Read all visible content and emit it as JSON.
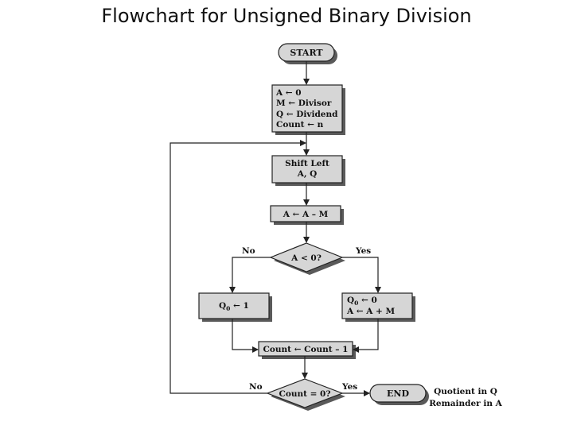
{
  "title": "Flowchart for Unsigned Binary Division",
  "nodes": {
    "start": "START",
    "init": {
      "a": "A ← 0",
      "m": "M ← Divisor",
      "q": "Q ← Dividend",
      "count": "Count ← n"
    },
    "shift": {
      "line1": "Shift Left",
      "line2": "A, Q"
    },
    "subtract": "A ← A – M",
    "decision1": "A < 0?",
    "left_branch": {
      "q0_prefix": "Q",
      "q0_sub": "0",
      "q0_suffix": " ← 1"
    },
    "right_branch": {
      "q0_prefix": "Q",
      "q0_sub": "0",
      "q0_suffix": " ← 0",
      "line2": "A ← A + M"
    },
    "decrement": "Count ← Count – 1",
    "decision2": "Count = 0?",
    "end": "END",
    "result": {
      "line1": "Quotient in Q",
      "line2": "Remainder in A"
    }
  },
  "edge_labels": {
    "d1_no": "No",
    "d1_yes": "Yes",
    "d2_no": "No",
    "d2_yes": "Yes"
  },
  "colors": {
    "box_fill": "#d6d6d6",
    "box_shadow": "#5a5a5a",
    "stroke": "#222222"
  }
}
